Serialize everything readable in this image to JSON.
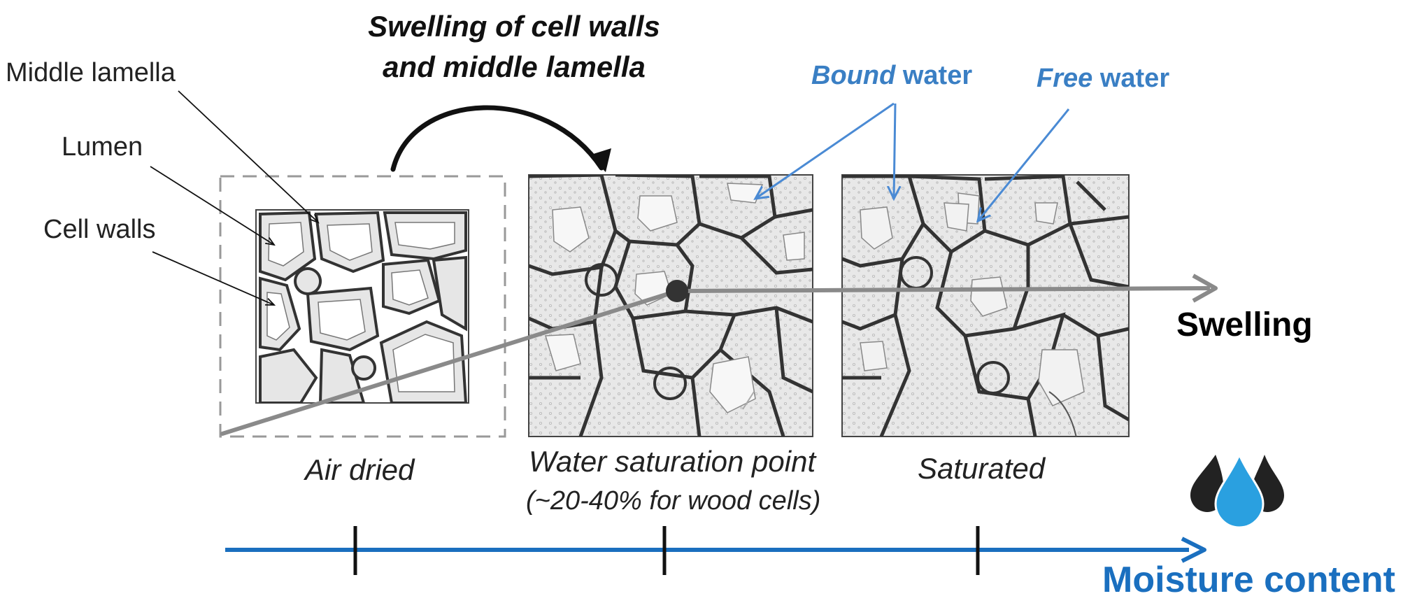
{
  "labels": {
    "middle_lamella": "Middle lamella",
    "lumen": "Lumen",
    "cell_walls": "Cell walls",
    "swelling_title_line1": "Swelling of cell walls",
    "swelling_title_line2": "and middle lamella",
    "bound_water_em": "Bound",
    "bound_water_rest": " water",
    "free_water_em": "Free",
    "free_water_rest": " water",
    "swelling": "Swelling",
    "air_dried": "Air dried",
    "water_saturation_line1": "Water saturation point",
    "water_saturation_line2": "(~20-40% for wood cells)",
    "saturated": "Saturated",
    "moisture_content": "Moisture content"
  },
  "colors": {
    "water_blue": "#3a7fc4",
    "axis_blue": "#1a6fbf",
    "drop_blue": "#2aa0e0",
    "gray_arrow": "#8a8a8a",
    "text_dark": "#222222"
  }
}
